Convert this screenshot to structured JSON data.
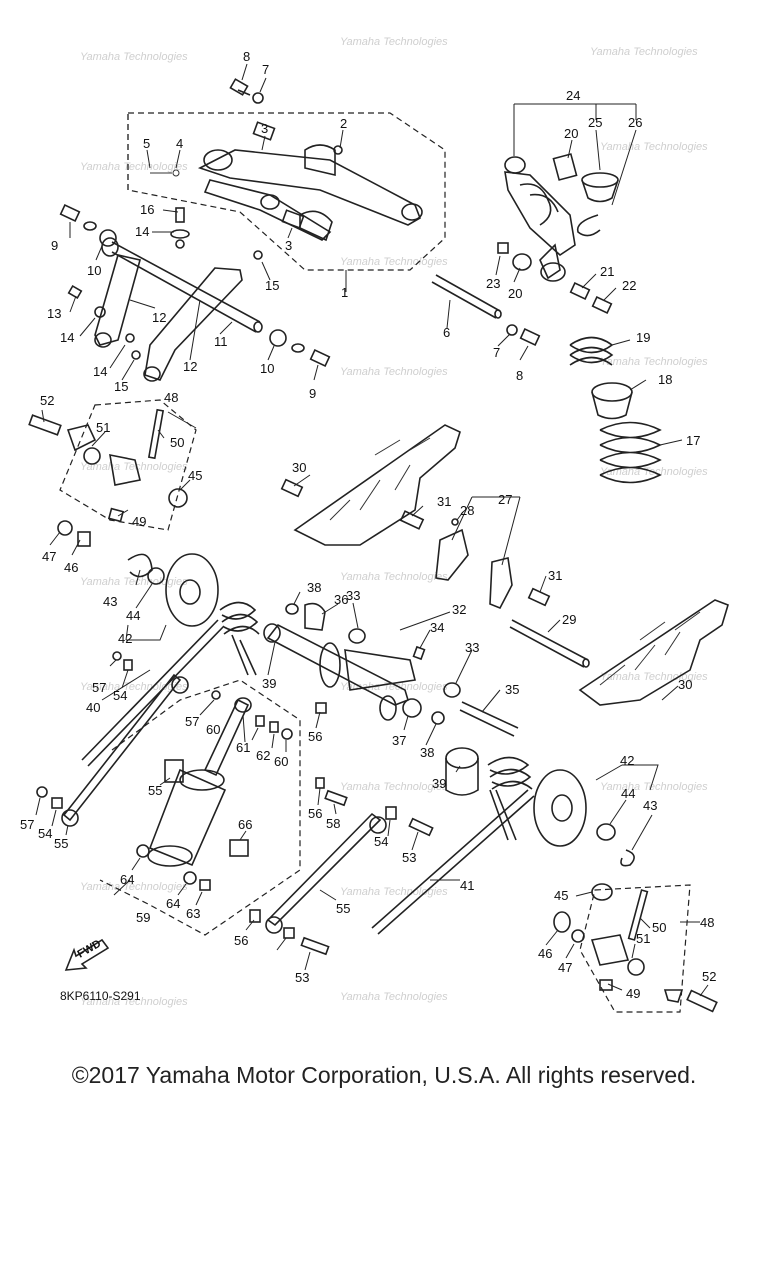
{
  "diagram": {
    "code": "8KP6110-S291",
    "fwd_label": "FWD",
    "watermark": "Yamaha Technologies",
    "callouts": [
      "1",
      "2",
      "3",
      "3",
      "4",
      "5",
      "6",
      "7",
      "7",
      "8",
      "8",
      "9",
      "9",
      "10",
      "10",
      "11",
      "12",
      "12",
      "13",
      "14",
      "14",
      "14",
      "15",
      "15",
      "16",
      "17",
      "18",
      "19",
      "20",
      "20",
      "21",
      "22",
      "23",
      "24",
      "25",
      "26",
      "27",
      "28",
      "29",
      "30",
      "30",
      "31",
      "31",
      "32",
      "33",
      "33",
      "34",
      "35",
      "36",
      "37",
      "38",
      "38",
      "39",
      "39",
      "40",
      "41",
      "42",
      "42",
      "43",
      "43",
      "44",
      "44",
      "45",
      "45",
      "46",
      "46",
      "47",
      "47",
      "48",
      "48",
      "49",
      "49",
      "50",
      "50",
      "51",
      "51",
      "52",
      "52",
      "53",
      "53",
      "54",
      "54",
      "54",
      "55",
      "55",
      "55",
      "56",
      "56",
      "56",
      "57",
      "57",
      "57",
      "58",
      "59",
      "60",
      "60",
      "61",
      "62",
      "63",
      "64",
      "64",
      "66"
    ]
  },
  "footer": {
    "copyright": "©2017 Yamaha Motor Corporation, U.S.A. All rights reserved."
  },
  "colors": {
    "ink": "#222222",
    "watermark": "#cfcfcf",
    "background": "#ffffff"
  }
}
